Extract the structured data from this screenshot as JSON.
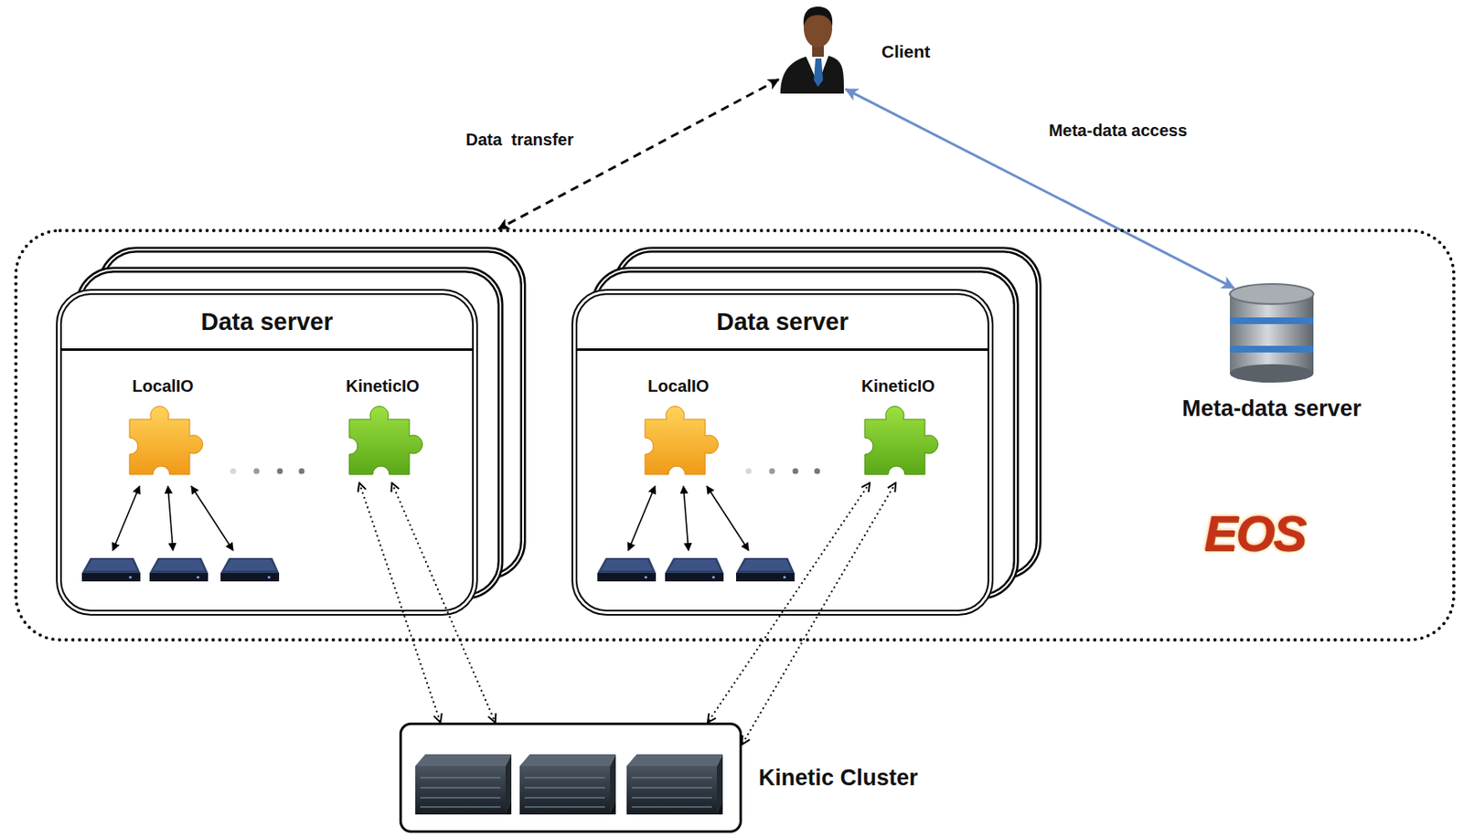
{
  "diagram": {
    "nodes": [
      {
        "text": [
          "Client"
        ]
      },
      {
        "text": [
          "EOS"
        ]
      },
      {
        "text": [
          "Data server"
        ],
        "in": 1
      },
      {
        "text": [
          "LocalIO"
        ],
        "in": 2
      },
      {
        "text": [
          "KineticIO"
        ],
        "in": 2
      },
      {
        "text": [
          "Data server"
        ],
        "in": 1
      },
      {
        "text": [
          "LocalIO"
        ],
        "in": 5
      },
      {
        "text": [
          "KineticIO"
        ],
        "in": 5
      },
      {
        "text": [
          "Meta-data server"
        ],
        "in": 1
      },
      {
        "text": [
          "Kinetic Cluster"
        ]
      }
    ],
    "edges": [
      {
        "from": 0,
        "to": 1,
        "label": "Data  transfer",
        "arrow": "both"
      },
      {
        "from": 0,
        "to": 8,
        "label": "Meta-data access",
        "arrow": "both"
      },
      {
        "from": 4,
        "to": 9,
        "arrow": "both"
      },
      {
        "from": 4,
        "to": 9,
        "arrow": "both"
      },
      {
        "from": 7,
        "to": 9,
        "arrow": "both"
      },
      {
        "from": 7,
        "to": 9,
        "arrow": "both"
      }
    ]
  }
}
